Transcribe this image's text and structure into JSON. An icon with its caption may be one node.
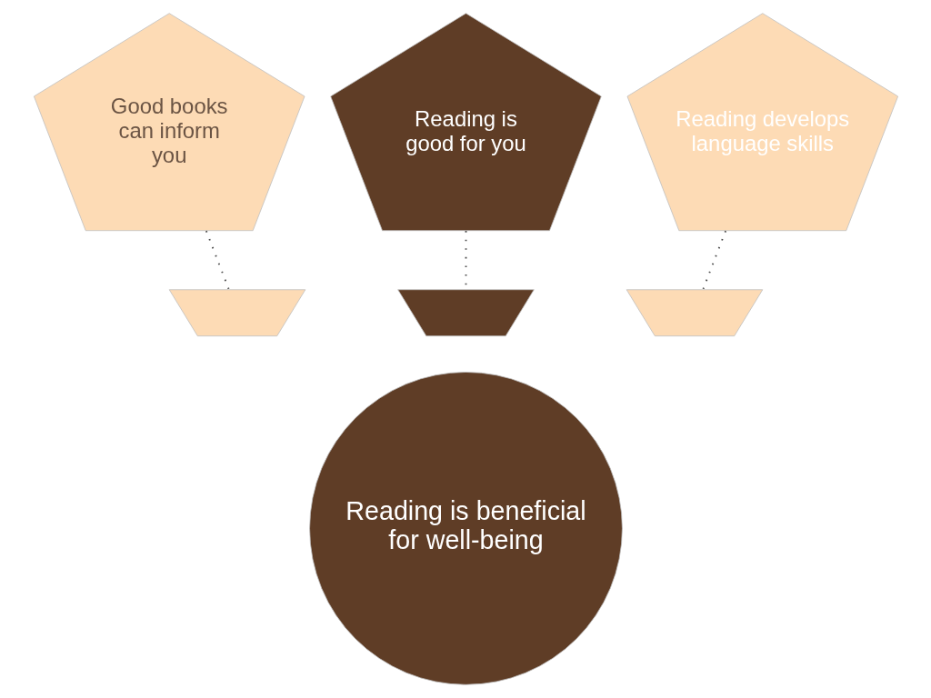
{
  "diagram": {
    "nodes": [
      {
        "text": [
          "Reading is good for you"
        ]
      },
      {
        "text": [
          "Good books can inform you"
        ]
      },
      {
        "text": [
          "Reading develops language skills"
        ]
      },
      {
        "text": [],
        "shape": "arc"
      },
      {
        "text": [],
        "shape": "arc"
      },
      {
        "text": [],
        "shape": "arc"
      },
      {
        "text": [
          "Reading is beneficial for well-being"
        ]
      }
    ],
    "edges": [
      {
        "from": 1,
        "to": 3,
        "arrow": "none",
        "style": "dashed"
      },
      {
        "from": 0,
        "to": 4,
        "arrow": "none",
        "style": "dashed"
      },
      {
        "from": 2,
        "to": 5,
        "arrow": "none",
        "style": "dashed"
      }
    ]
  }
}
